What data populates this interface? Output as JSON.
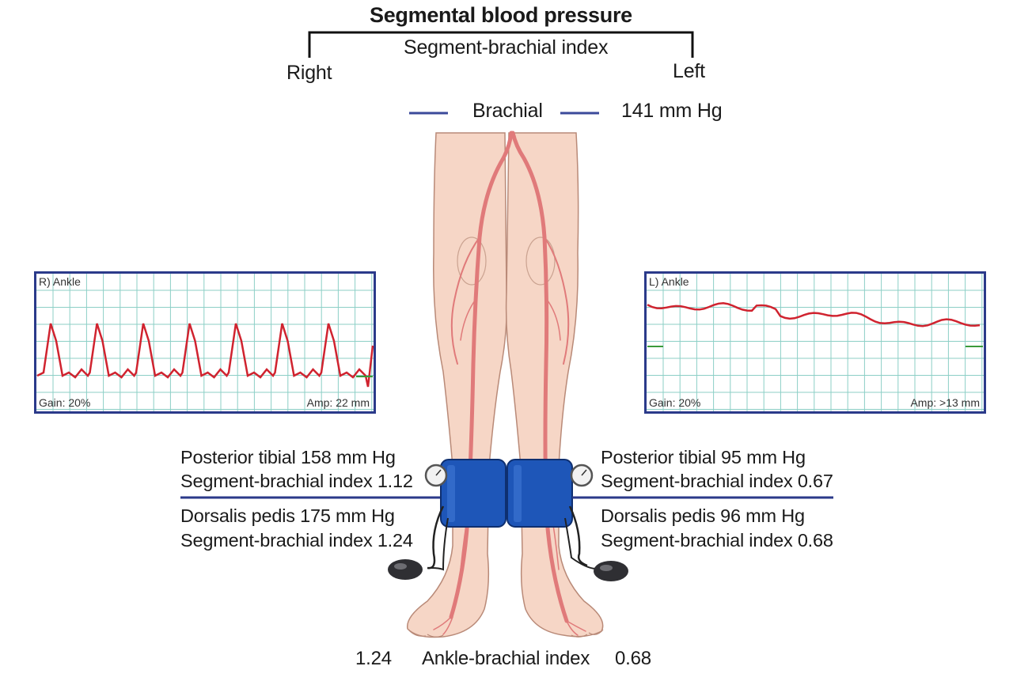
{
  "header": {
    "title": "Segmental blood pressure",
    "subtitle": "Segment-brachial index",
    "right_label": "Right",
    "left_label": "Left"
  },
  "brachial": {
    "label": "Brachial",
    "value": "141 mm Hg"
  },
  "traces": {
    "right": {
      "label": "R) Ankle",
      "gain": "Gain: 20%",
      "amp": "Amp: 22 mm"
    },
    "left": {
      "label": "L) Ankle",
      "gain": "Gain: 20%",
      "amp": "Amp: >13 mm"
    }
  },
  "right_values": {
    "posterior_tibial": "Posterior tibial 158 mm Hg",
    "pt_index": "Segment-brachial index 1.12",
    "dorsalis_pedis": "Dorsalis pedis 175 mm Hg",
    "dp_index": "Segment-brachial index 1.24"
  },
  "left_values": {
    "posterior_tibial": "Posterior tibial 95 mm Hg",
    "pt_index": "Segment-brachial index 0.67",
    "dorsalis_pedis": "Dorsalis pedis 96 mm Hg",
    "dp_index": "Segment-brachial index 0.68"
  },
  "footer": {
    "right_abi": "1.24",
    "label": "Ankle-brachial index",
    "left_abi": "0.68"
  },
  "colors": {
    "blue_line": "#3b4a9a",
    "trace_red": "#d0232f",
    "grid": "#8ccfc6",
    "cuff": "#1e56b8",
    "skin": "#f6d6c6",
    "artery": "#e07a7a"
  }
}
